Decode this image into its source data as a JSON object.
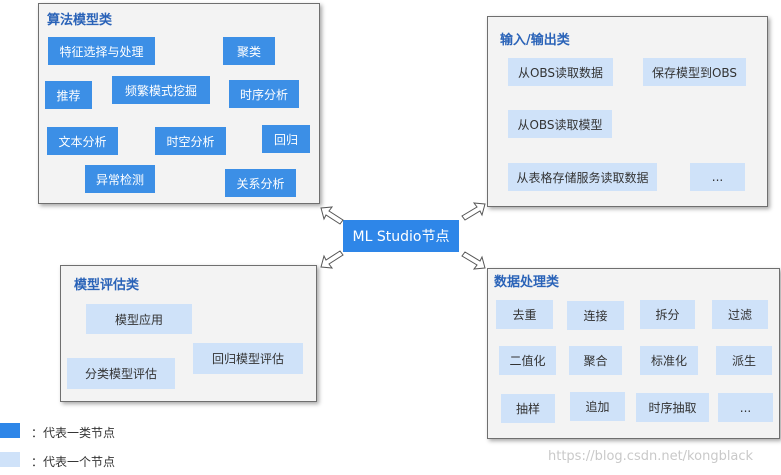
{
  "center": {
    "label": "ML Studio节点"
  },
  "algorithm_group": {
    "title": "算法模型类",
    "nodes": [
      "特征选择与处理",
      "聚类",
      "推荐",
      "频繁模式挖掘",
      "时序分析",
      "文本分析",
      "时空分析",
      "回归",
      "异常检测",
      "关系分析"
    ]
  },
  "io_group": {
    "title": "输入/输出类",
    "nodes": [
      "从OBS读取数据",
      "保存模型到OBS",
      "从OBS读取模型",
      "从表格存储服务读取数据",
      "..."
    ]
  },
  "eval_group": {
    "title": "模型评估类",
    "nodes": [
      "模型应用",
      "分类模型评估",
      "回归模型评估"
    ]
  },
  "data_group": {
    "title": "数据处理类",
    "nodes": [
      "去重",
      "连接",
      "拆分",
      "过滤",
      "二值化",
      "聚合",
      "标准化",
      "派生",
      "抽样",
      "追加",
      "时序抽取",
      "..."
    ]
  },
  "legend": {
    "category": "：代表一类节点",
    "single": "：代表一个节点"
  },
  "watermark": "https://blog.csdn.net/kongblack",
  "colors": {
    "category_node": "#2e86e8",
    "single_node": "#cfe2f9",
    "group_title": "#2a63b8"
  }
}
